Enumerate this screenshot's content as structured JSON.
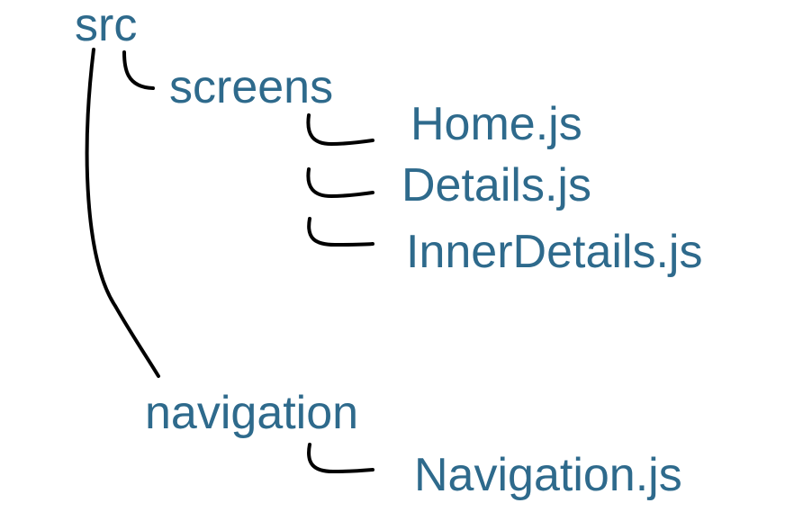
{
  "tree": {
    "root": "src",
    "screens": {
      "label": "screens",
      "files": [
        "Home.js",
        "Details.js",
        "InnerDetails.js"
      ]
    },
    "navigation": {
      "label": "navigation",
      "files": [
        "Navigation.js"
      ]
    }
  },
  "colors": {
    "label": "#2e6a8c",
    "connector": "#000000",
    "background": "#ffffff"
  }
}
